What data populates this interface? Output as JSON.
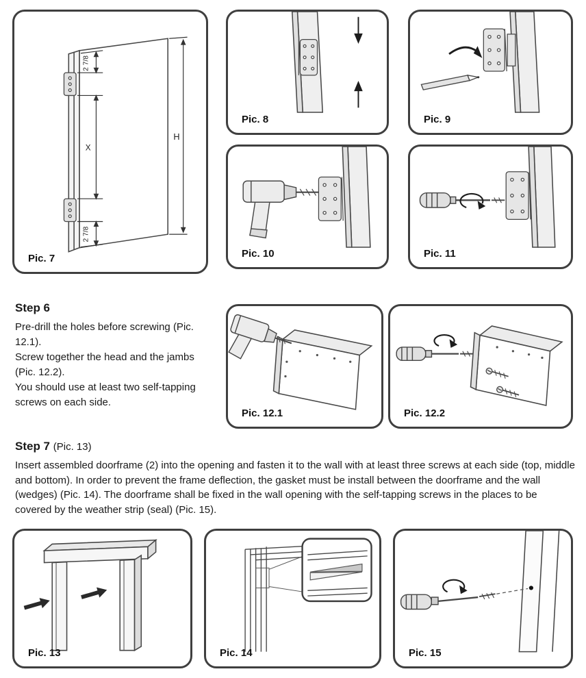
{
  "colors": {
    "ink": "#1a1a1a",
    "line_art": "#474747",
    "panel_border": "#3f3f3f",
    "background": "#ffffff"
  },
  "figures": {
    "pic7": {
      "caption": "Pic. 7",
      "dimensions": {
        "top_offset": "2 7/8",
        "middle_span": "X",
        "bottom_offset": "2 7/8",
        "overall_height": "H"
      }
    },
    "pic8": {
      "caption": "Pic. 8"
    },
    "pic9": {
      "caption": "Pic. 9"
    },
    "pic10": {
      "caption": "Pic. 10"
    },
    "pic11": {
      "caption": "Pic. 11"
    },
    "pic12_1": {
      "caption": "Pic. 12.1"
    },
    "pic12_2": {
      "caption": "Pic. 12.2"
    },
    "pic13": {
      "caption": "Pic. 13"
    },
    "pic14": {
      "caption": "Pic. 14"
    },
    "pic15": {
      "caption": "Pic. 15"
    }
  },
  "step6": {
    "heading": "Step 6",
    "lines": [
      "Pre-drill the holes before screwing (Pic. 12.1).",
      "Screw together the head and the jambs",
      "(Pic. 12.2).",
      "You should use at least two self-tapping",
      "screws on each side."
    ]
  },
  "step7": {
    "heading": "Step 7",
    "heading_note": "(Pic. 13)",
    "body": "Insert assembled doorframe (2) into the opening and fasten it to the wall with at least three screws at each side (top, middle and bottom). In order to prevent the frame deflection, the gasket must be install between the doorframe and the wall (wedges) (Pic. 14). The doorframe shall be fixed in the wall opening with the self-tapping screws in the places to be covered by the weather strip (seal) (Pic. 15)."
  }
}
